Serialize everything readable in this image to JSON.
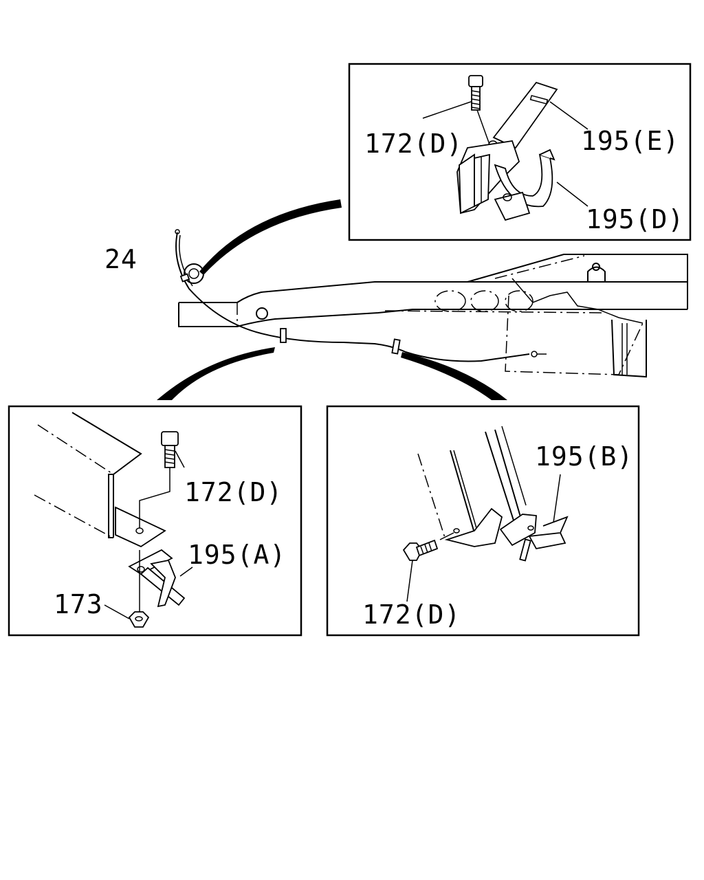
{
  "callouts": {
    "main_cable": "24",
    "inset_top_bolt": "172(D)",
    "inset_top_clip_e": "195(E)",
    "inset_top_clip_d": "195(D)",
    "inset_left_bolt": "172(D)",
    "inset_left_clip_a": "195(A)",
    "inset_left_nut": "173",
    "inset_right_clip_b": "195(B)",
    "inset_right_bolt": "172(D)"
  }
}
